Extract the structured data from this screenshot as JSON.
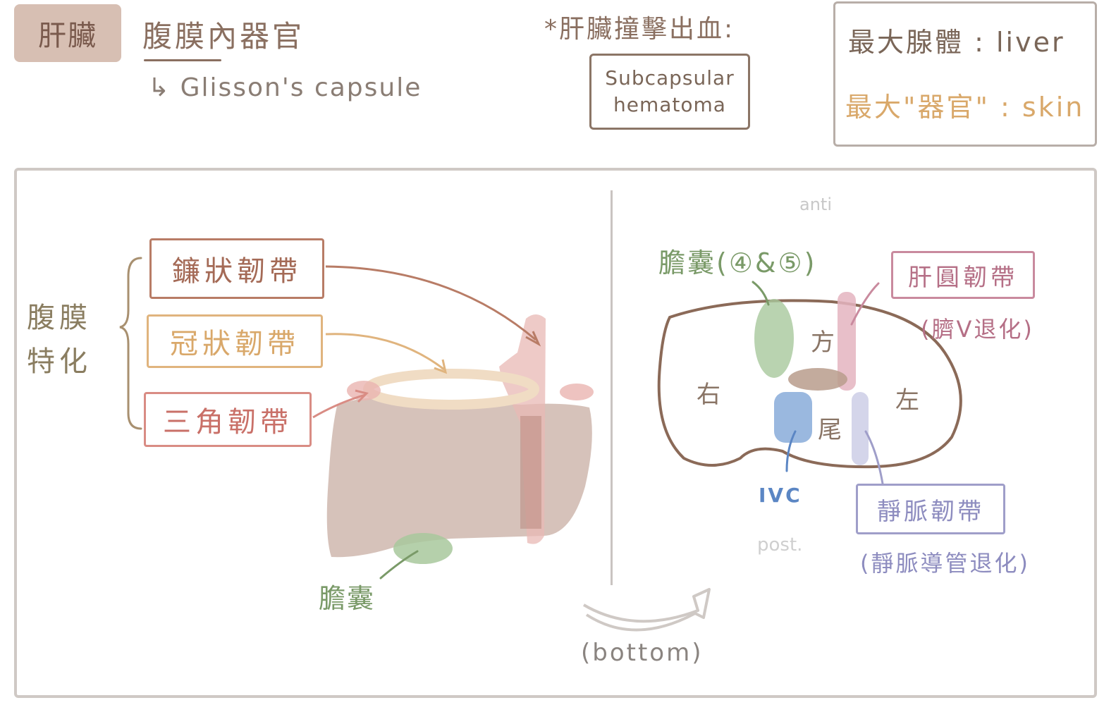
{
  "header": {
    "title": "肝臟",
    "subtitle": "腹膜內器官",
    "capsule": "↳ Glisson's capsule",
    "hemorrhage_title": "*肝臟撞擊出血:",
    "subcapsular": [
      "Subcapsular",
      "hematoma"
    ],
    "largest_gland": "最大腺體 : liver",
    "largest_organ": "最大\"器官\" : skin"
  },
  "left_panel": {
    "peritoneum_label": "腹膜特化",
    "ligaments": [
      {
        "label": "鐮狀韌帶",
        "color": "#b87c66"
      },
      {
        "label": "冠狀韌帶",
        "color": "#e0b47e"
      },
      {
        "label": "三角韌帶",
        "color": "#d98c84"
      }
    ],
    "gallbladder": "膽囊"
  },
  "arrow_label": "(bottom)",
  "right_panel": {
    "anterior": "anti",
    "posterior": "post.",
    "gallbladder": "膽囊(④&⑤)",
    "round_ligament": "肝圓韌帶",
    "round_ligament_note": "(臍V退化)",
    "venous_ligament": "靜脈韌帶",
    "venous_ligament_note": "(靜脈導管退化)",
    "ivc": "IVC",
    "lobes": {
      "right": "右",
      "quadrate": "方",
      "left": "左",
      "caudate": "尾"
    }
  },
  "colors": {
    "liver": "#d4bfb6",
    "falciform": "#e8b8b4",
    "coronary": "#f0dcc4",
    "gallbladder": "#a8c89c",
    "ivc": "#8fb0dc",
    "round_ligament": "#e4b4c0",
    "venous_ligament": "#cfd0e8",
    "outline": "#8b6a58"
  }
}
